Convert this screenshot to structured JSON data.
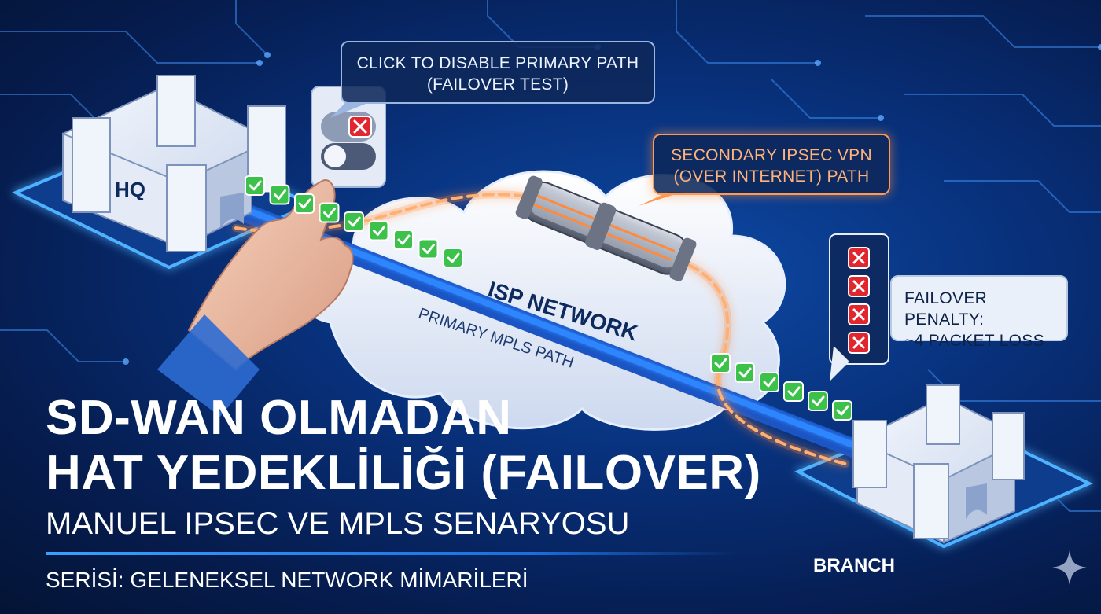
{
  "callouts": {
    "primary_line1": "CLICK TO DISABLE PRIMARY PATH",
    "primary_line2": "(FAILOVER TEST)",
    "secondary_line1": "SECONDARY IPSEC VPN",
    "secondary_line2": "(OVER INTERNET) PATH",
    "penalty_line1": "FAILOVER PENALTY:",
    "penalty_line2": "~4 PACKET LOSS"
  },
  "labels": {
    "hq": "HQ",
    "branch": "BRANCH",
    "isp": "ISP NETWORK",
    "mpls": "PRIMARY MPLS PATH"
  },
  "title": {
    "line1": "SD-WAN OLMADAN",
    "line2": "HAT YEDEKLİLİĞİ (FAILOVER)",
    "line3": "MANUEL IPSEC VE MPLS SENARYOSU"
  },
  "subtitle": "SERİSİ: GELENEKSEL NETWORK MİMARİLERİ",
  "icons": {
    "check": "check-icon",
    "x": "x-icon",
    "toggle": "toggle-switch",
    "sparkle": "sparkle-icon"
  },
  "colors": {
    "primary_path": "#1e6fe0",
    "secondary_path": "#ff8a3c",
    "check_green": "#3cc24a",
    "x_red": "#e0262e"
  }
}
